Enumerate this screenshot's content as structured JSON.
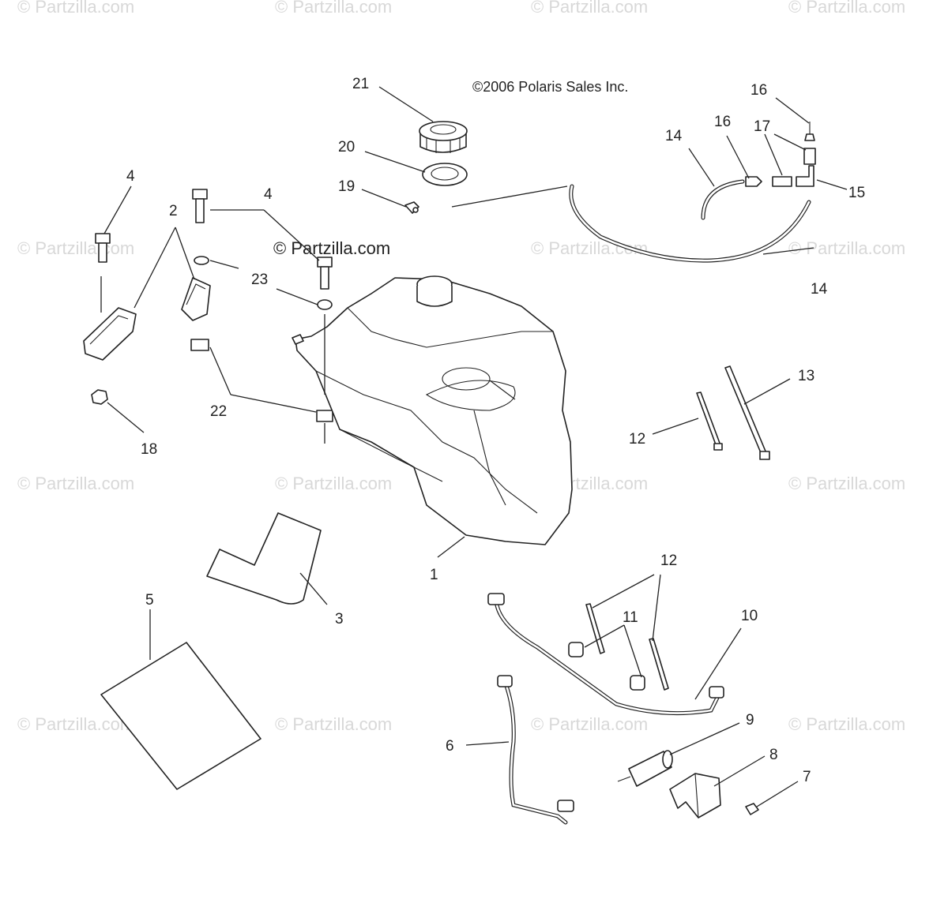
{
  "copyright": "©2006 Polaris Sales Inc.",
  "brand_label": "© Partzilla.com",
  "watermark_text": "© Partzilla.com",
  "callouts": [
    "21",
    "16",
    "16",
    "17",
    "14",
    "14",
    "15",
    "20",
    "19",
    "4",
    "4",
    "2",
    "23",
    "22",
    "18",
    "1",
    "3",
    "5",
    "12",
    "13",
    "12",
    "11",
    "10",
    "9",
    "8",
    "7",
    "6"
  ],
  "colors": {
    "line": "#222222",
    "watermark": "#d8d8d8",
    "background": "#ffffff"
  }
}
